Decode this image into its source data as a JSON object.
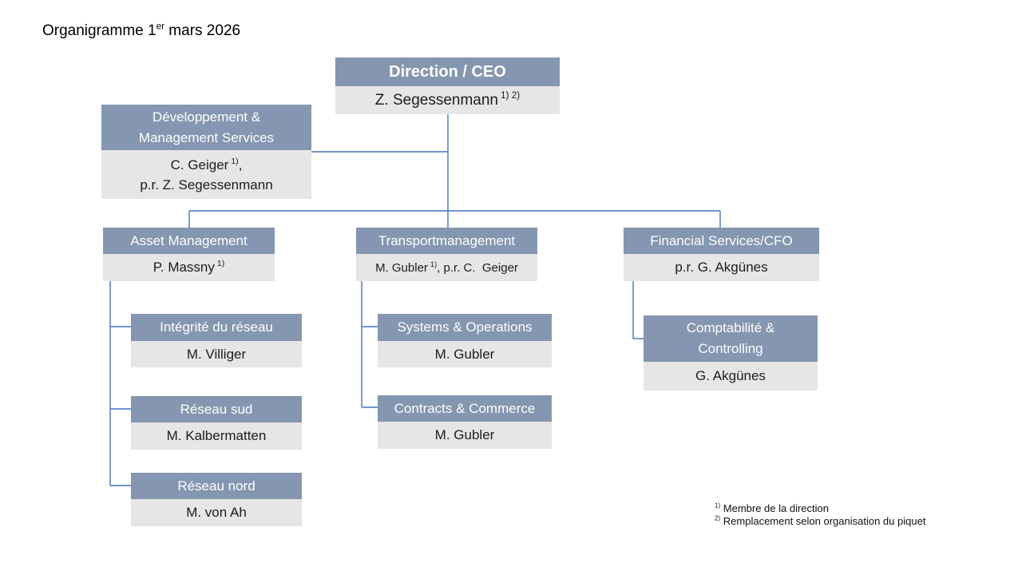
{
  "title": {
    "pre": "Organigramme 1",
    "sup": "er",
    "post": " mars 2026"
  },
  "org": {
    "ceo": {
      "title": "Direction / CEO",
      "name": "Z. Segessenmann",
      "sup": "1) 2)"
    },
    "dev": {
      "title_line1": "Développement &",
      "title_line2": "Management Services",
      "name_pre": "C. Geiger",
      "name_sup": "1)",
      "name_post": ",",
      "name_line2": "p.r. Z. Segessenmann"
    },
    "asset": {
      "title": "Asset Management",
      "name_pre": "P. Massny",
      "name_sup": "1)"
    },
    "transport": {
      "title": "Transportmanagement",
      "name_pre": "M. Gubler",
      "name_sup": "1)",
      "name_post": ", p.r. C.  Geiger"
    },
    "financial": {
      "title": "Financial Services/CFO",
      "name": "p.r. G. Akgünes"
    },
    "integrite": {
      "title": "Intégrité du réseau",
      "name": "M. Villiger"
    },
    "reseau_sud": {
      "title": "Réseau sud",
      "name": "M. Kalbermatten"
    },
    "reseau_nord": {
      "title": "Réseau nord",
      "name": "M. von Ah"
    },
    "systems": {
      "title": "Systems & Operations",
      "name": "M. Gubler"
    },
    "contracts": {
      "title": "Contracts & Commerce",
      "name": "M. Gubler"
    },
    "compta": {
      "title_line1": "Comptabilité &",
      "title_line2": "Controlling",
      "name": "G. Akgünes"
    }
  },
  "footnotes": [
    {
      "sup": "1)",
      "text": " Membre de la direction"
    },
    {
      "sup": "2)",
      "text": " Remplacement selon organisation du piquet"
    }
  ],
  "colors": {
    "header_bg": "#8496B0",
    "body_bg": "#E7E6E6",
    "line_color": "#4472C4"
  }
}
